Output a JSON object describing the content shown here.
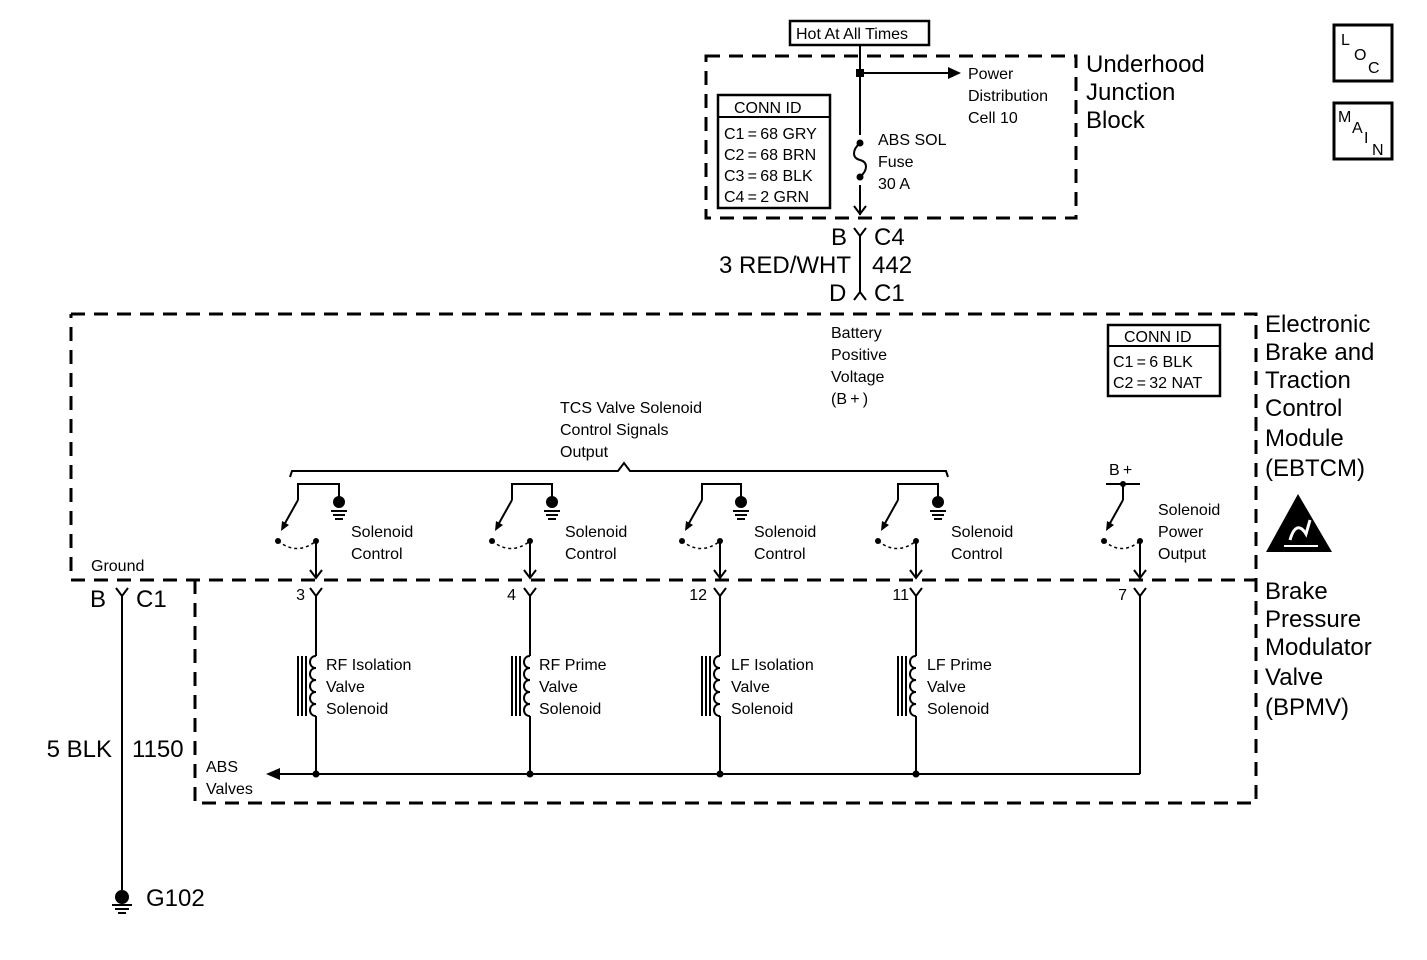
{
  "hot_label": "Hot At All Times",
  "ujb": {
    "title": [
      "Underhood",
      "Junction",
      "Block"
    ],
    "power_dist": [
      "Power",
      "Distribution",
      "Cell 10"
    ],
    "fuse": [
      "ABS SOL",
      "Fuse",
      "30 A"
    ],
    "conn_title": "CONN ID",
    "conn_rows": [
      "C1 = 68 GRY",
      "C2 = 68 BRN",
      "C3 = 68 BLK",
      "C4 = 2 GRN"
    ]
  },
  "connector_top": {
    "pin_b": "B",
    "c4": "C4",
    "wire": "3 RED/WHT",
    "circuit": "442",
    "pin_d": "D",
    "c1": "C1"
  },
  "ebtcm": {
    "title": [
      "Electronic",
      "Brake and",
      "Traction",
      "Control",
      "Module",
      "(EBTCM)"
    ],
    "conn_title": "CONN ID",
    "conn_rows": [
      "C1 = 6 BLK",
      "C2 = 32 NAT"
    ],
    "battery": [
      "Battery",
      "Positive",
      "Voltage",
      "(B + )"
    ],
    "tcs": [
      "TCS Valve Solenoid",
      "Control Signals",
      "Output"
    ],
    "switch_label": [
      "Solenoid",
      "Control"
    ],
    "power_label": [
      "Solenoid",
      "Power",
      "Output"
    ],
    "bplus": "B +",
    "ground": "Ground"
  },
  "pins": [
    "3",
    "4",
    "12",
    "11",
    "7"
  ],
  "bpmv": {
    "title": [
      "Brake",
      "Pressure",
      "Modulator",
      "Valve",
      "(BPMV)"
    ],
    "solenoids": [
      [
        "RF Isolation",
        "Valve",
        "Solenoid"
      ],
      [
        "RF Prime",
        "Valve",
        "Solenoid"
      ],
      [
        "LF Isolation",
        "Valve",
        "Solenoid"
      ],
      [
        "LF Prime",
        "Valve",
        "Solenoid"
      ]
    ],
    "abs": [
      "ABS",
      "Valves"
    ]
  },
  "ground_conn": {
    "pin": "B",
    "conn": "C1",
    "wire": "5 BLK",
    "circuit": "1150",
    "ground_id": "G102"
  },
  "nav": {
    "loc": [
      "L",
      "O",
      "C"
    ],
    "main": [
      "M",
      "A",
      "I",
      "N"
    ]
  }
}
